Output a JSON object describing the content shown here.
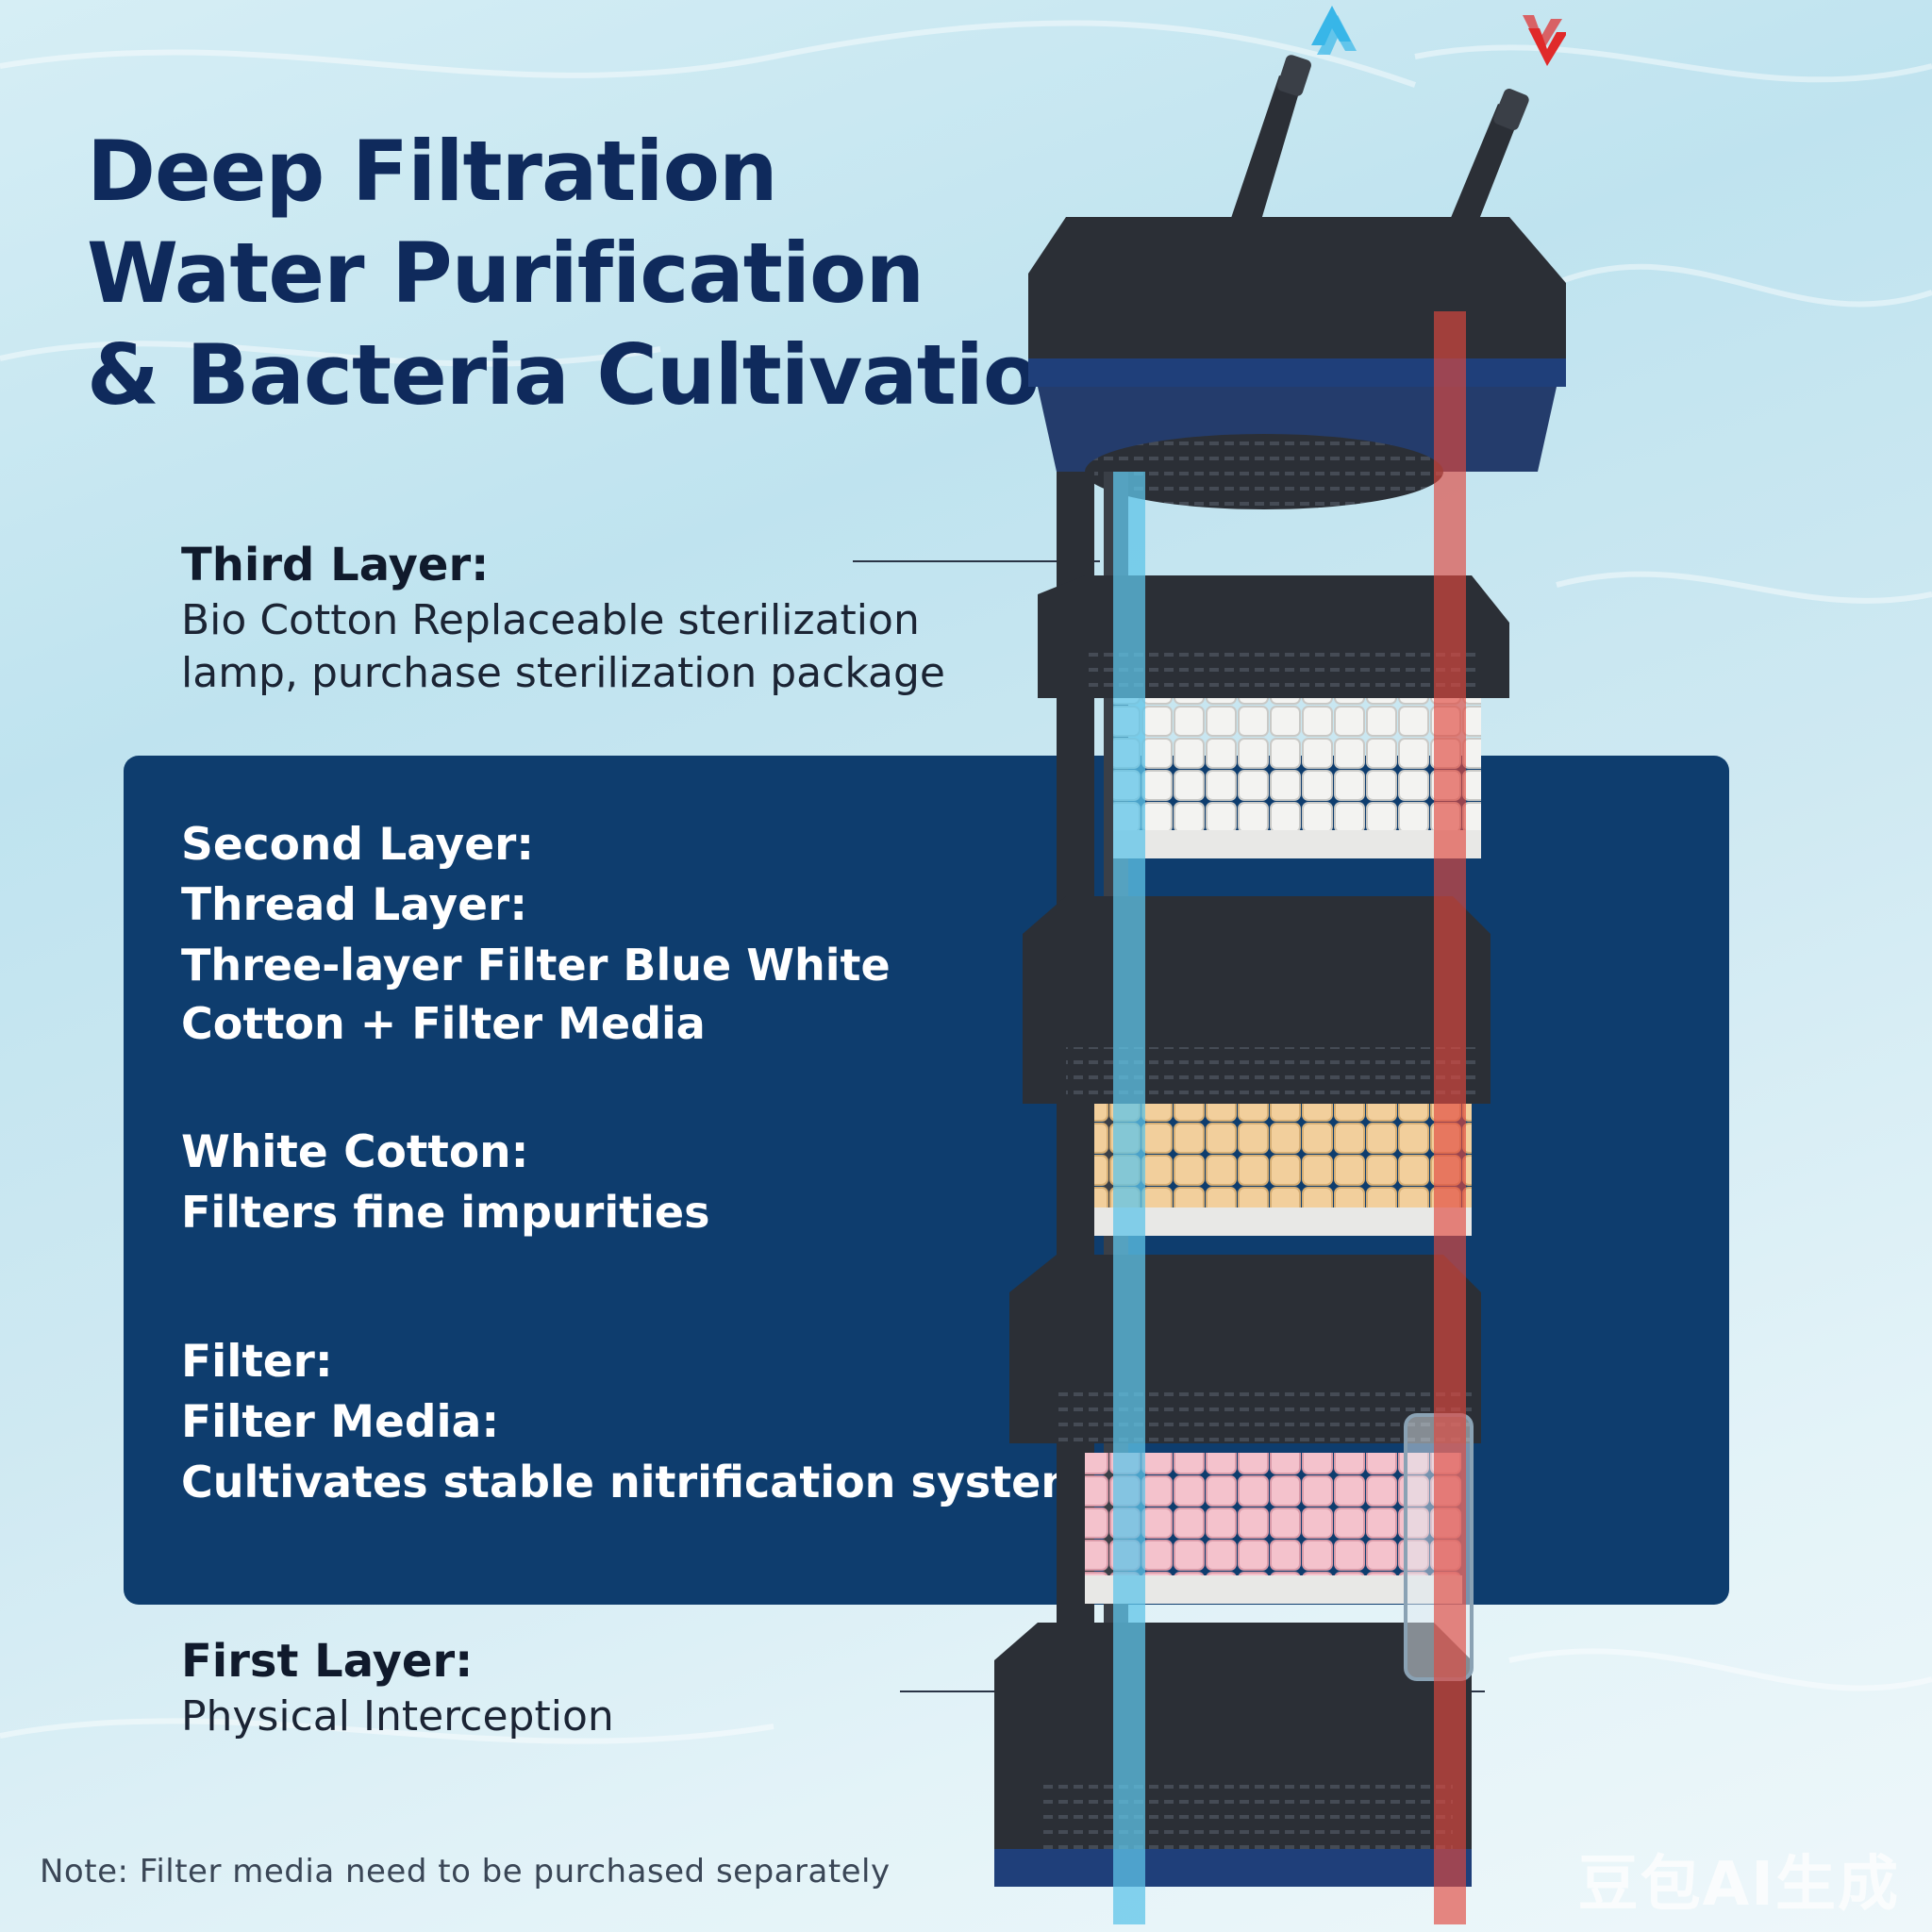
{
  "headline": {
    "line1": "Deep Filtration",
    "line2": "Water Purification",
    "line3": "& Bacteria Cultivation"
  },
  "layers": {
    "third": {
      "title": "Third Layer:",
      "desc1": "Bio Cotton Replaceable sterilization",
      "desc2": "lamp, purchase sterilization package"
    },
    "second": {
      "title1": "Second Layer:",
      "title2": "Thread Layer:",
      "desc1": "Three-layer Filter Blue White",
      "desc2": "Cotton + Filter Media"
    },
    "white_cotton": {
      "title": "White Cotton:",
      "desc": "Filters fine impurities"
    },
    "filter": {
      "title1": "Filter:",
      "title2": "Filter Media:",
      "desc": "Cultivates stable nitrification system"
    },
    "first": {
      "title": "First Layer:",
      "desc": "Physical Interception"
    }
  },
  "note": "Note: Filter media need to be purchased separately",
  "watermark": "豆包AI生成",
  "colors": {
    "headline": "#0f2a5c",
    "panel": "#0e3d6e",
    "canister_blue": "#1f3f7a",
    "canister_black": "#2b2f36",
    "flow_in": "#5fc4e8",
    "flow_out": "#e0483f",
    "media_top": "#f1f1ef",
    "media_middle": "#f2cf9c",
    "media_bottom": "#f4c2cc"
  },
  "icons": {
    "inlet": "arrow-up-icon",
    "outlet": "arrow-down-icon"
  }
}
